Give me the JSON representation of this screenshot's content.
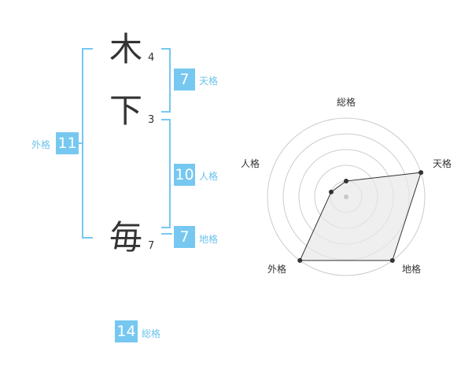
{
  "name": {
    "chars": [
      {
        "char": "木",
        "strokes": "4"
      },
      {
        "char": "下",
        "strokes": "3"
      },
      {
        "char": "毎",
        "strokes": "7"
      }
    ]
  },
  "kaku": {
    "tenkaku": {
      "value": "7",
      "label": "天格"
    },
    "jinkaku": {
      "value": "10",
      "label": "人格"
    },
    "chikaku": {
      "value": "7",
      "label": "地格"
    },
    "gaikaku": {
      "value": "11",
      "label": "外格"
    },
    "soukaku": {
      "value": "14",
      "label": "総格"
    }
  },
  "colors": {
    "accent": "#76c8f0",
    "text": "#333333",
    "radar_fill": "#e8e8e8",
    "radar_grid": "#cccccc"
  },
  "chart_data": {
    "type": "radar",
    "axes": [
      "総格",
      "天格",
      "地格",
      "外格",
      "人格"
    ],
    "values": [
      1,
      5,
      5,
      5,
      1
    ],
    "range": [
      0,
      5
    ],
    "grid": true
  }
}
